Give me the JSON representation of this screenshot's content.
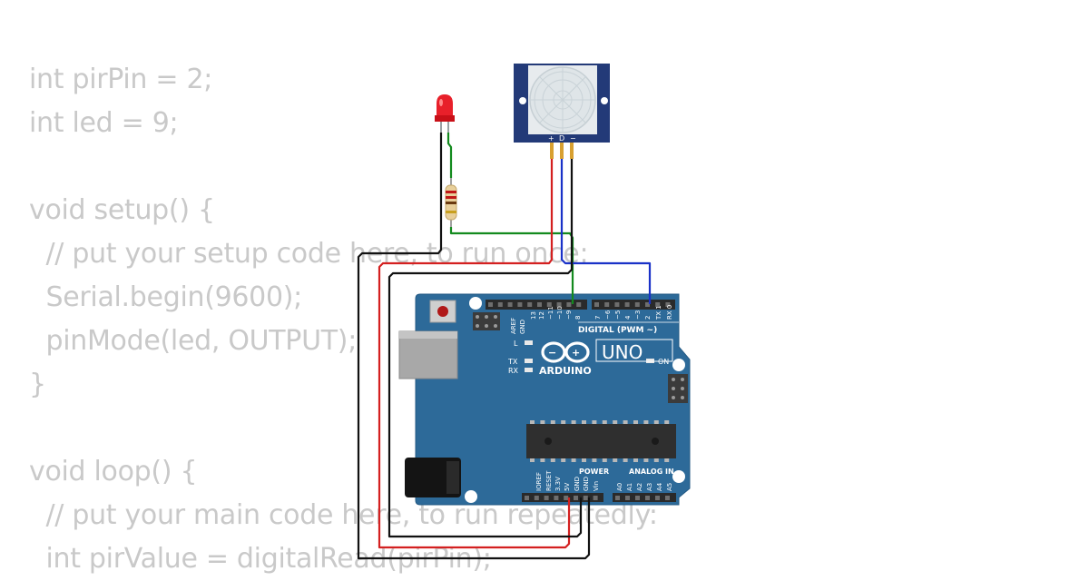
{
  "code_lines": [
    "int pirPin = 2;",
    "int led = 9;",
    "",
    "void setup() {",
    "  // put your setup code here, to run once:",
    "  Serial.begin(9600);",
    "  pinMode(led, OUTPUT);",
    "}",
    "",
    "void loop() {",
    "  // put your main code here, to run repeatedly:",
    "  int pirValue = digitalRead(pirPin);"
  ],
  "board": {
    "brand": "ARDUINO",
    "model": "UNO",
    "digital_header": "DIGITAL (PWM ~)",
    "power_header": "POWER",
    "analog_header": "ANALOG IN",
    "led_l": "L",
    "led_tx": "TX",
    "led_rx": "RX",
    "led_on": "ON",
    "aref": "AREF",
    "gnd": "GND",
    "digital_pins": [
      "13",
      "12",
      "~11",
      "~10",
      "~9",
      "8",
      "7",
      "~6",
      "~5",
      "4",
      "~3",
      "2",
      "TX 1",
      "RX 0"
    ],
    "power_pins": [
      "IOREF",
      "RESET",
      "3.3V",
      "5V",
      "GND",
      "GND",
      "Vin"
    ],
    "analog_pins": [
      "A0",
      "A1",
      "A2",
      "A3",
      "A4",
      "A5"
    ]
  },
  "pir_sensor": {
    "pin_labels": [
      "+",
      "D",
      "−"
    ]
  },
  "colors": {
    "board": "#2d6a99",
    "board_dark": "#245a84",
    "code_text": "#c9c9c9",
    "wire_red": "#d42020",
    "wire_black": "#111111",
    "wire_blue": "#1a32c8",
    "wire_green": "#138a1e",
    "pir_body": "#233a78",
    "led_red": "#e8202a"
  }
}
